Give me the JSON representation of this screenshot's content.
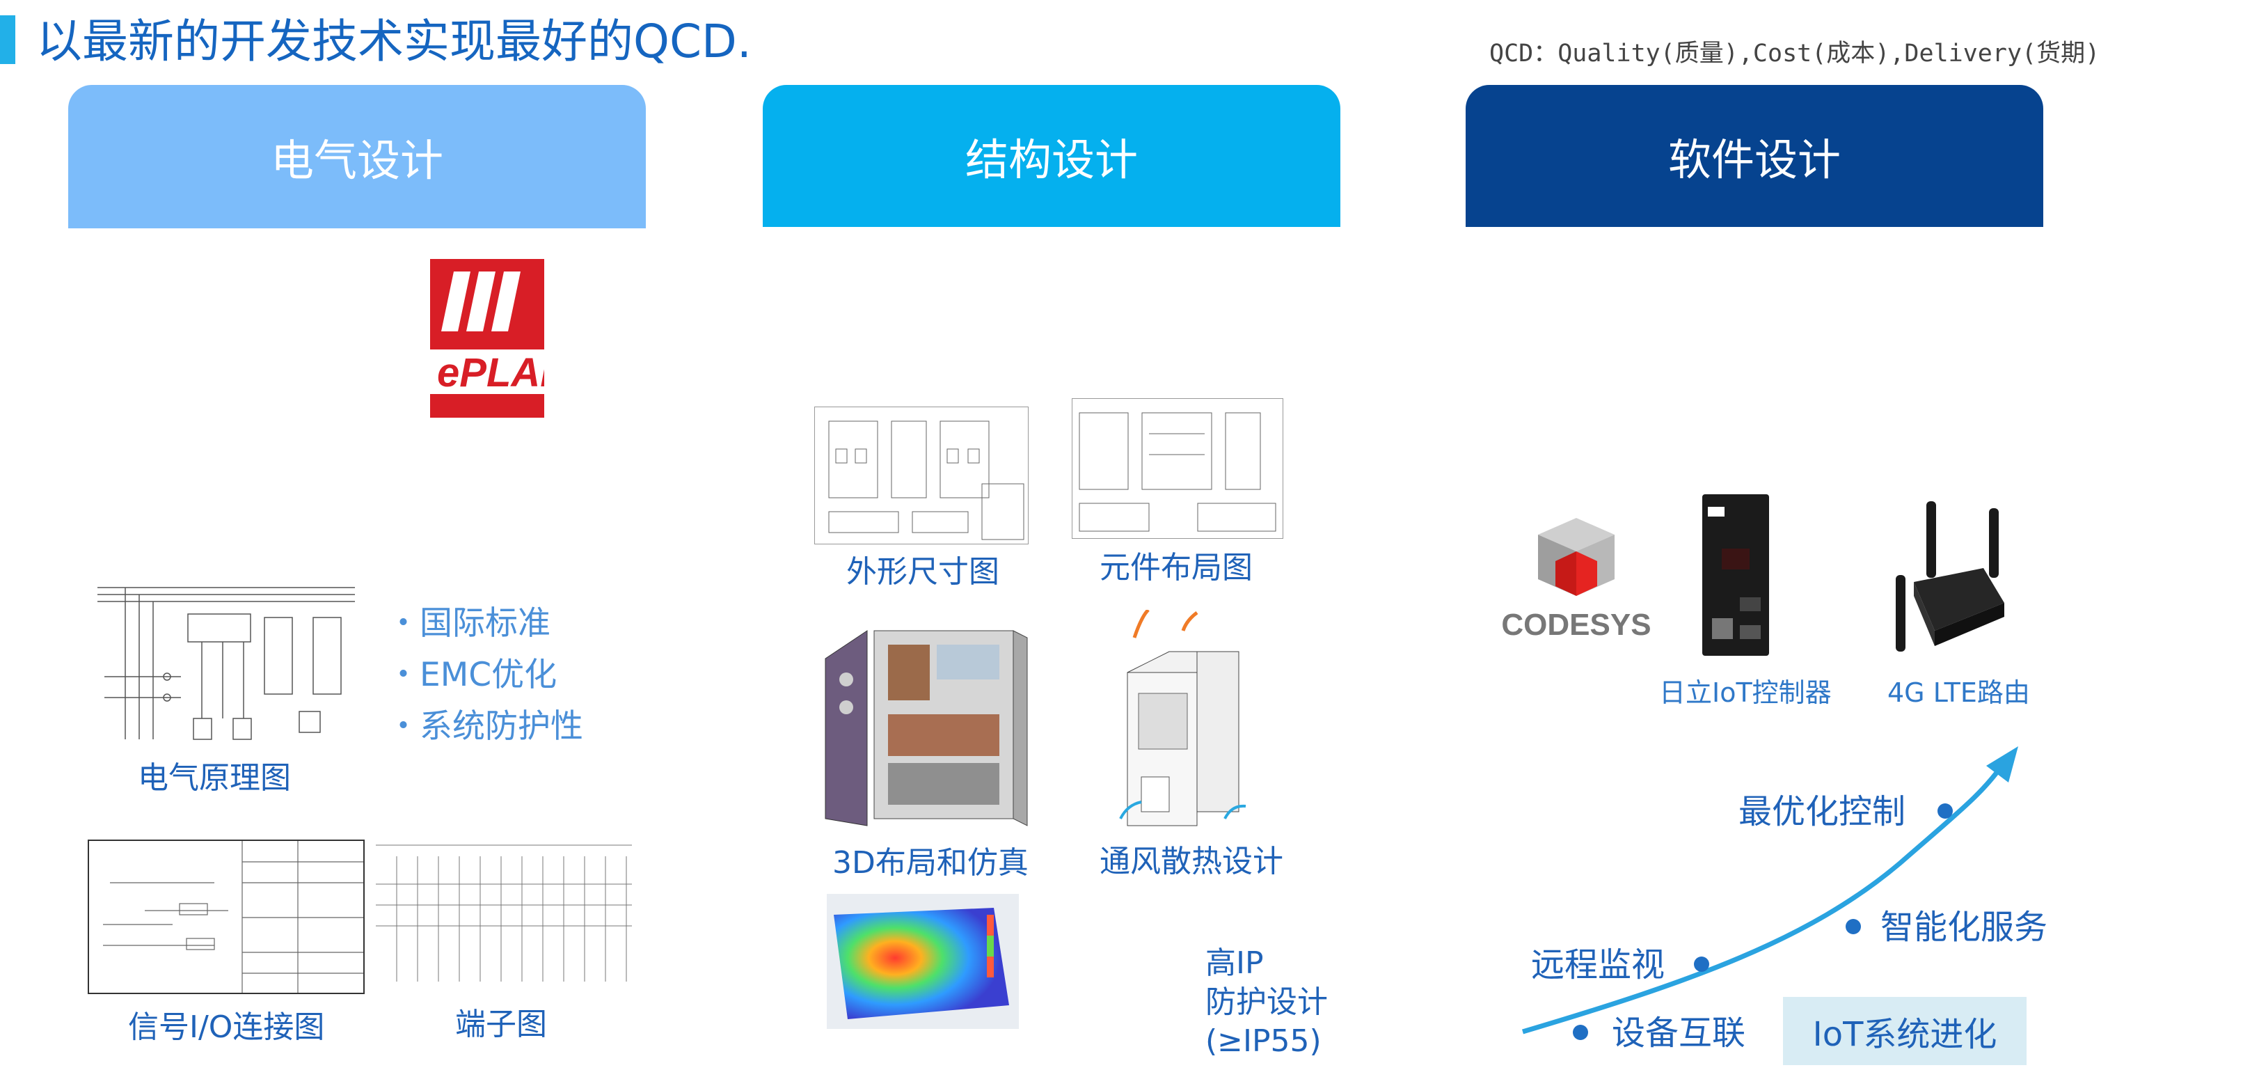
{
  "header": {
    "title": "以最新的开发技术实现最好的QCD.",
    "qcd_note": "QCD：Quality(质量),Cost(成本),Delivery(货期)"
  },
  "columns": {
    "electrical": {
      "title": "电气设计",
      "logo_text": "ePLAN",
      "schematic_caption": "电气原理图",
      "bullets": [
        "・国际标准",
        "・EMC优化",
        "・系统防护性"
      ],
      "io_caption": "信号I/O连接图",
      "terminal_caption": "端子图"
    },
    "structural": {
      "title": "结构设计",
      "outline_caption": "外形尺寸图",
      "layout_caption": "元件布局图",
      "sim3d_caption": "3D布局和仿真",
      "thermal_caption": "通风散热设计",
      "ip_caption": [
        "高IP",
        "防护设计",
        "(≥IP55)"
      ]
    },
    "software": {
      "title": "软件设计",
      "codesys_text": "CODESYS",
      "controller_caption": "日立IoT控制器",
      "router_caption": "4G LTE路由",
      "iot_steps": [
        "设备互联",
        "远程监视",
        "智能化服务",
        "最优化控制"
      ],
      "iot_badge": "IoT系统进化"
    }
  },
  "colors": {
    "header_light": "#7cbcfa",
    "header_mid": "#05b0ee",
    "header_dark": "#06438f",
    "accent": "#1565c0",
    "eplan_red": "#d81e26"
  },
  "icons": [
    "eplan-logo-icon",
    "codesys-logo-icon",
    "controller-device-icon",
    "lte-router-icon",
    "growth-arrow-icon"
  ]
}
